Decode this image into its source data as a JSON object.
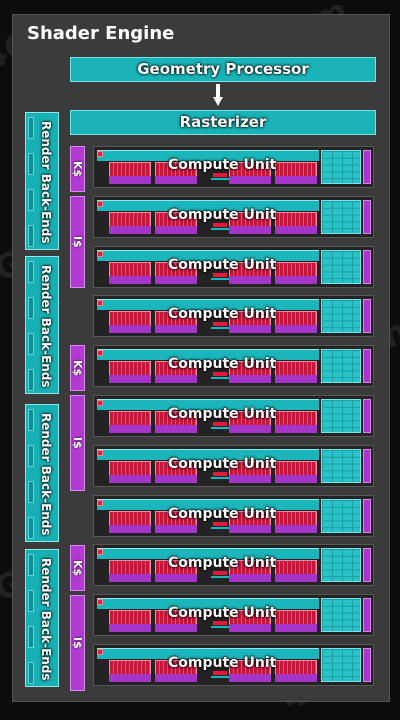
{
  "engine": {
    "title": "Shader Engine"
  },
  "geometry_processor": {
    "label": "Geometry Processor"
  },
  "rasterizer": {
    "label": "Rasterizer"
  },
  "render_backends": [
    {
      "label": "Render Back-Ends"
    },
    {
      "label": "Render Back-Ends"
    },
    {
      "label": "Render Back-Ends"
    },
    {
      "label": "Render Back-Ends"
    }
  ],
  "caches": [
    {
      "label": "K$"
    },
    {
      "label": "I$"
    },
    {
      "label": "K$"
    },
    {
      "label": "I$"
    },
    {
      "label": "K$"
    },
    {
      "label": "I$"
    }
  ],
  "compute_units": [
    {
      "label": "Compute Unit"
    },
    {
      "label": "Compute Unit"
    },
    {
      "label": "Compute Unit"
    },
    {
      "label": "Compute Unit"
    },
    {
      "label": "Compute Unit"
    },
    {
      "label": "Compute Unit"
    },
    {
      "label": "Compute Unit"
    },
    {
      "label": "Compute Unit"
    },
    {
      "label": "Compute Unit"
    },
    {
      "label": "Compute Unit"
    },
    {
      "label": "Compute Unit"
    }
  ],
  "colors": {
    "teal": "#1ab3b8",
    "purple": "#b13bd0",
    "red": "#d8243c",
    "panel": "#3b3b3b"
  },
  "icons": {
    "flow_arrow": "arrow-down-icon"
  }
}
